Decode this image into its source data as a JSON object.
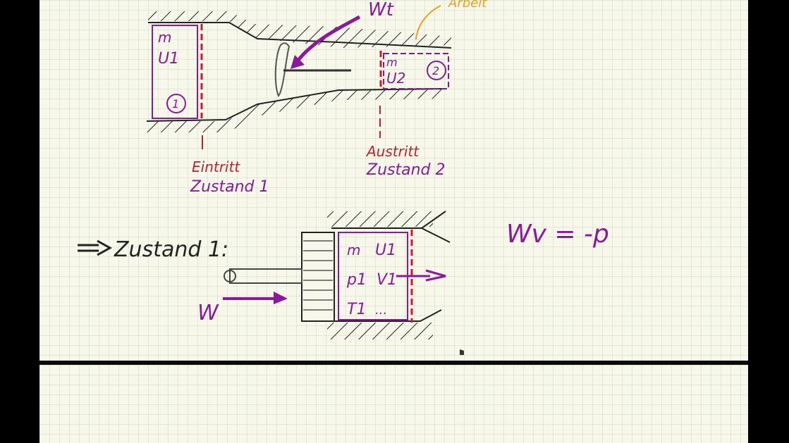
{
  "labels": {
    "wt": "Wt",
    "orange_note": "Arbeit",
    "inlet_m": "m",
    "inlet_u": "U1",
    "inlet_circle": "1",
    "outlet_m": "m",
    "outlet_u": "U2",
    "outlet_circle": "2",
    "eintritt": "Eintritt",
    "zustand1": "Zustand 1",
    "austritt": "Austritt",
    "zustand2": "Zustand 2",
    "zustand_heading": "Zustand 1:",
    "piston_m": "m",
    "piston_u": "U1",
    "piston_p": "p1",
    "piston_v": "V1",
    "piston_t": "T1",
    "piston_dots": "...",
    "w_piston": "W",
    "wv_formula": "Wv = -p"
  },
  "colors": {
    "purple": "#8b1a9a",
    "red": "#c41e2a",
    "orange": "#e8a020",
    "ink": "#222222"
  }
}
